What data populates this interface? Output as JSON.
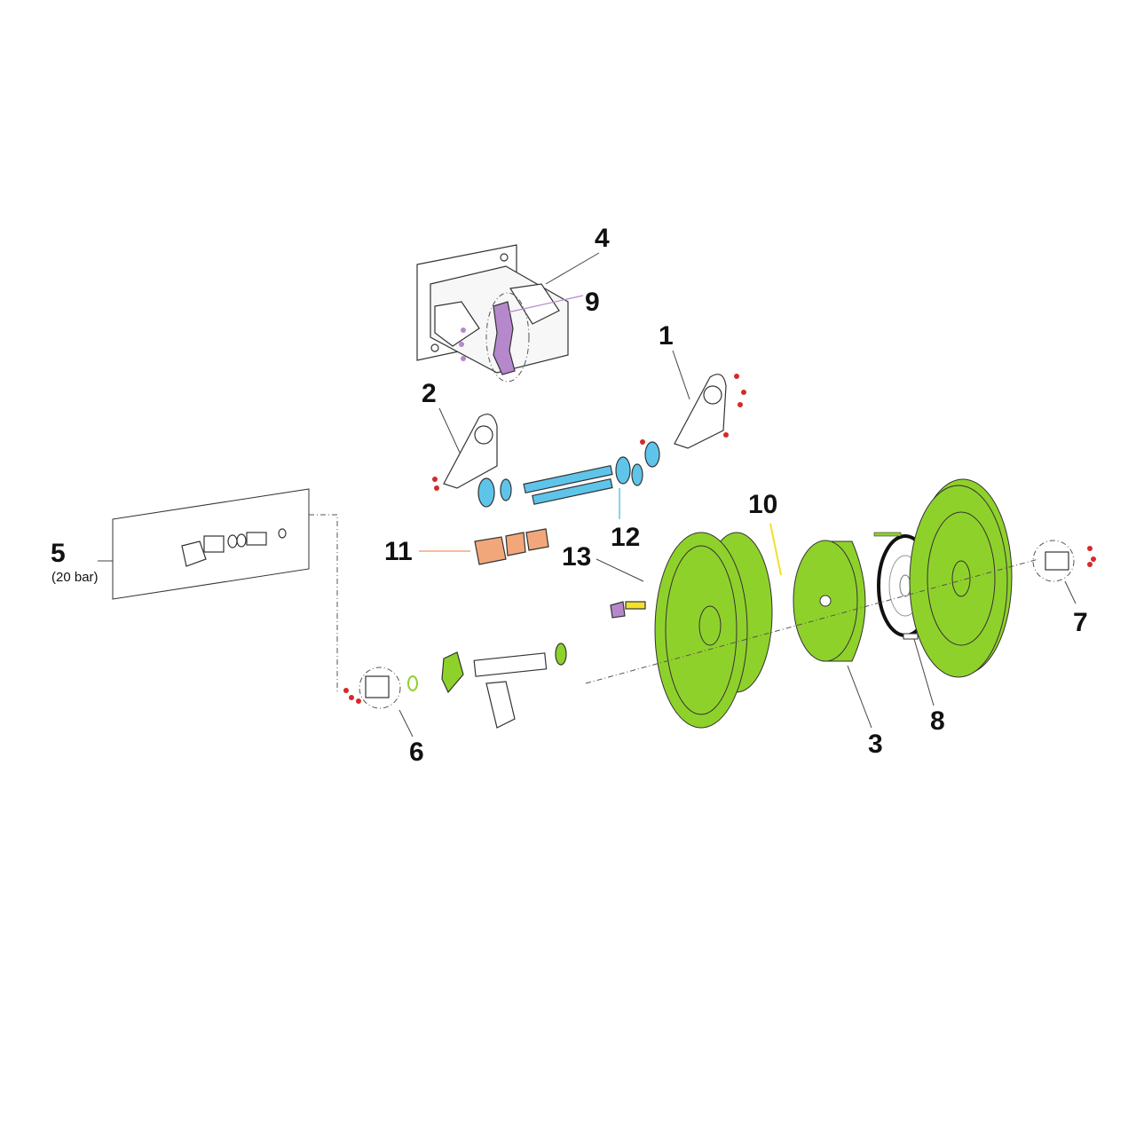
{
  "diagram": {
    "callouts": [
      {
        "id": "1",
        "label": "1"
      },
      {
        "id": "2",
        "label": "2"
      },
      {
        "id": "3",
        "label": "3"
      },
      {
        "id": "4",
        "label": "4"
      },
      {
        "id": "5",
        "label": "5",
        "note": "(20 bar)"
      },
      {
        "id": "6",
        "label": "6"
      },
      {
        "id": "7",
        "label": "7"
      },
      {
        "id": "8",
        "label": "8"
      },
      {
        "id": "9",
        "label": "9"
      },
      {
        "id": "10",
        "label": "10"
      },
      {
        "id": "11",
        "label": "11"
      },
      {
        "id": "12",
        "label": "12"
      },
      {
        "id": "13",
        "label": "13"
      }
    ],
    "colors": {
      "drum": "#8fd12b",
      "shaft_parts": "#5ec4ea",
      "gear": "#b588cc",
      "clamp": "#f2a77a",
      "pin": "#f2e02a",
      "screws": "#d42a2a"
    }
  }
}
